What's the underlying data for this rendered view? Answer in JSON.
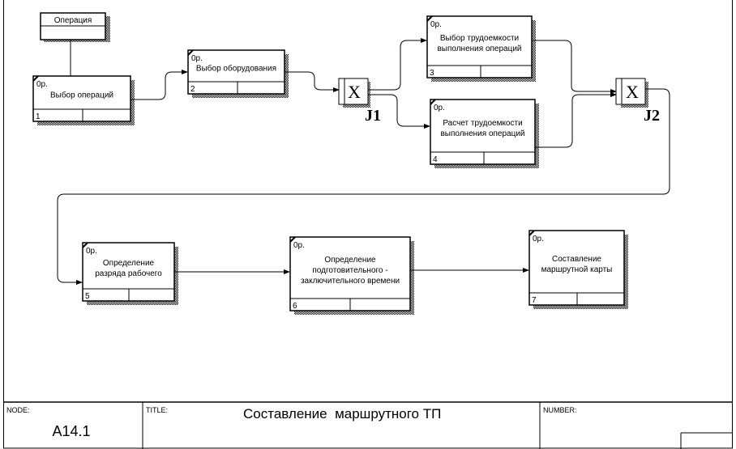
{
  "diagram": {
    "reference": {
      "label": "Операция"
    },
    "boxes": [
      {
        "id": "b1",
        "op": "0р.",
        "lines": [
          "Выбор операций"
        ],
        "num": "1"
      },
      {
        "id": "b2",
        "op": "0р.",
        "lines": [
          "Выбор оборудования"
        ],
        "num": "2"
      },
      {
        "id": "b3",
        "op": "0р.",
        "lines": [
          "Выбор трудоемкости",
          "выполнения операций"
        ],
        "num": "3"
      },
      {
        "id": "b4",
        "op": "0р.",
        "lines": [
          "Расчет трудоемкости",
          "выполнения операций"
        ],
        "num": "4"
      },
      {
        "id": "b5",
        "op": "0р.",
        "lines": [
          "Определение",
          "разряда рабочего"
        ],
        "num": "5"
      },
      {
        "id": "b6",
        "op": "0р.",
        "lines": [
          "Определение",
          "подготовительного -",
          "заключительного времени"
        ],
        "num": "6"
      },
      {
        "id": "b7",
        "op": "0р.",
        "lines": [
          "Составление",
          "маршрутной карты"
        ],
        "num": "7"
      }
    ],
    "junctions": [
      {
        "id": "J1",
        "symbol": "X",
        "label": "J1"
      },
      {
        "id": "J2",
        "symbol": "X",
        "label": "J2"
      }
    ]
  },
  "title_block": {
    "node_caption": "NODE:",
    "node_value": "A14.1",
    "title_caption": "TITLE:",
    "title_value": "Составление  маршрутного ТП",
    "number_caption": "NUMBER:"
  }
}
